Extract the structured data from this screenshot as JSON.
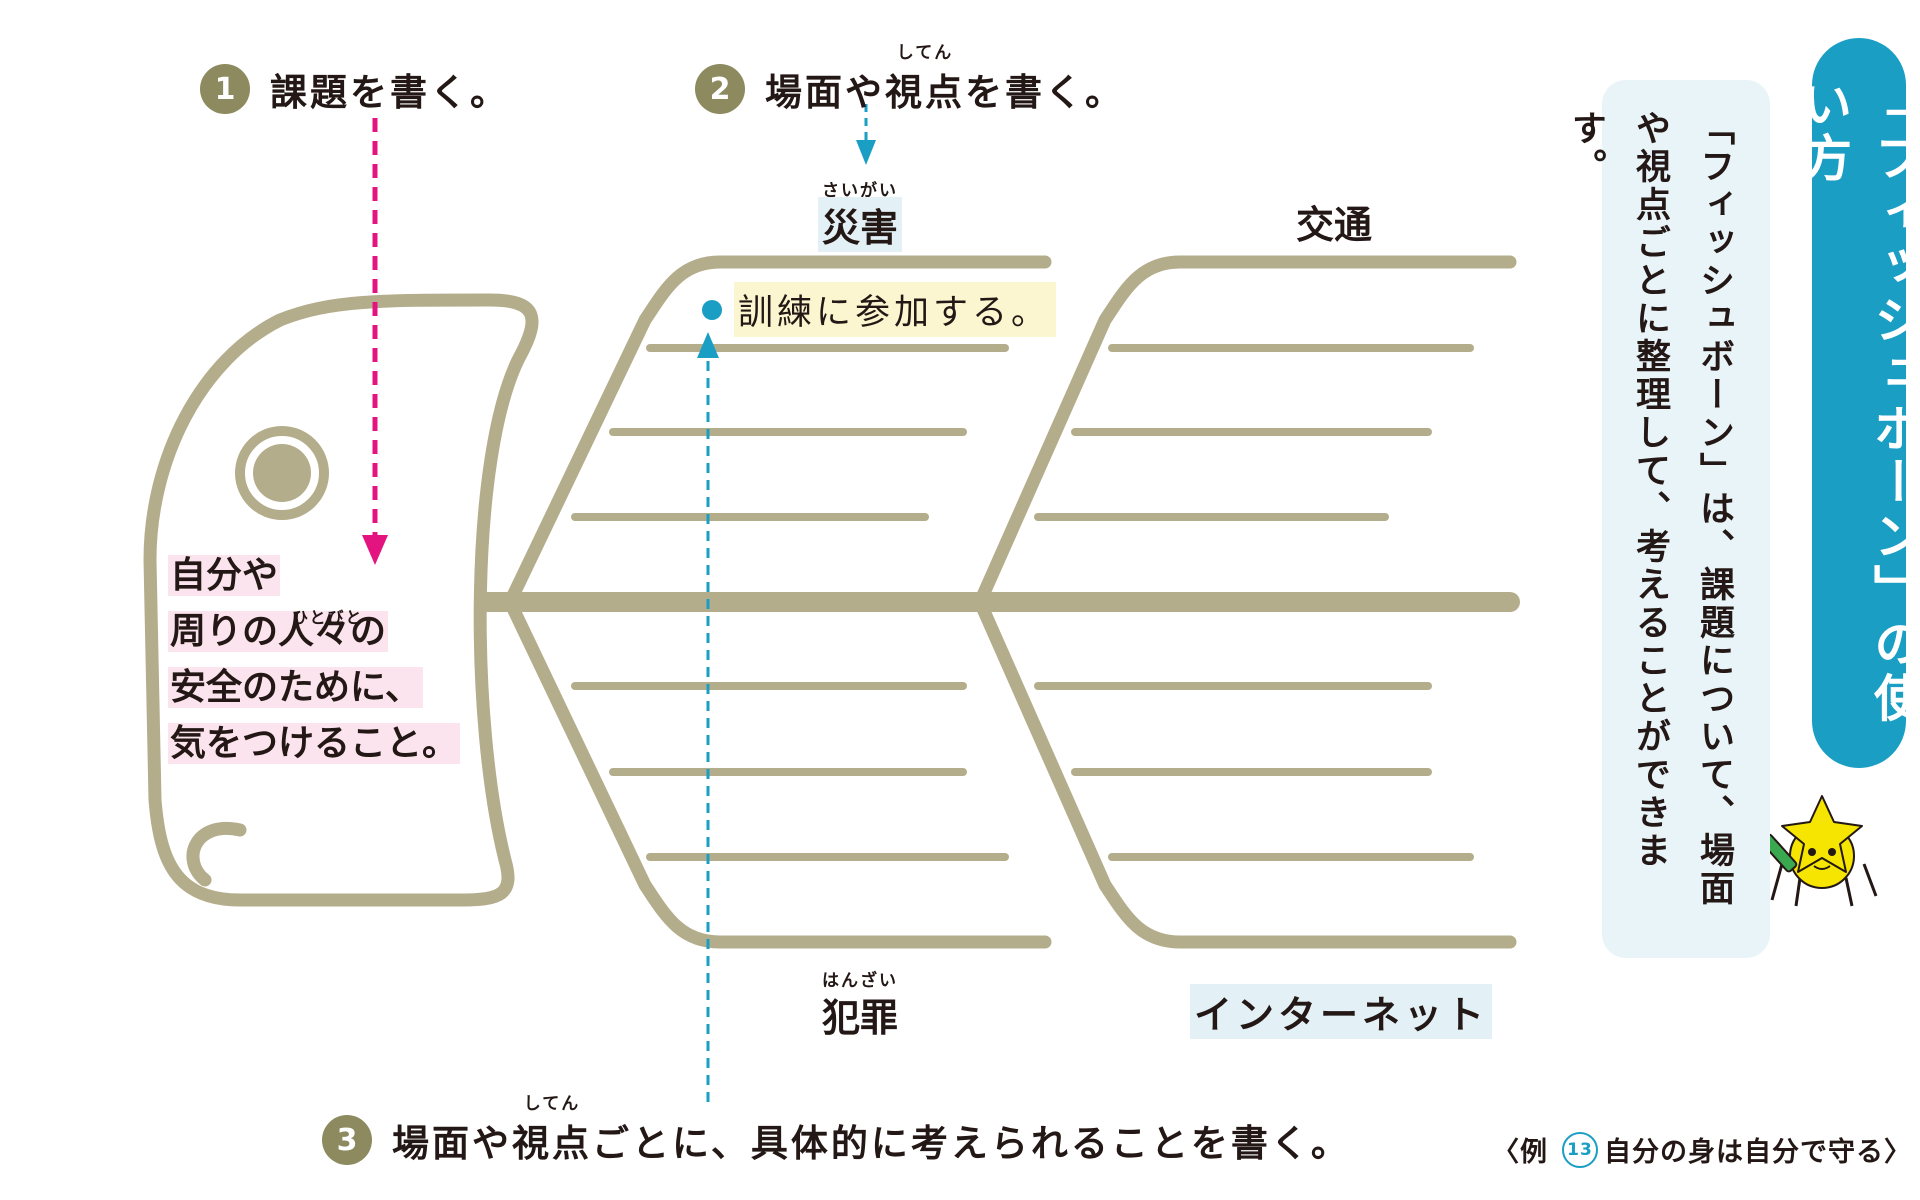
{
  "steps": {
    "step1": {
      "num": "1",
      "text": "課題を書く。"
    },
    "step2": {
      "num": "2",
      "pre": "場面や",
      "rubyword": "視点",
      "ruby": "してん",
      "post": "を書く。"
    },
    "step3": {
      "num": "3",
      "pre": "場面や",
      "rubyword": "視点",
      "ruby": "してん",
      "post": "ごとに、具体的に考えられることを書く。"
    }
  },
  "categories": {
    "disaster": {
      "label": "災害",
      "ruby": "さいがい"
    },
    "traffic": {
      "label": "交通"
    },
    "crime": {
      "label": "犯罪",
      "ruby": "はんざい"
    },
    "internet": {
      "label": "インターネット"
    }
  },
  "example_entry": "訓練に参加する。",
  "head": {
    "line1": "自分や",
    "line2": "周りの人々の",
    "line2_ruby": "ひとびと",
    "line3": "安全のために、",
    "line4": "気をつけること。"
  },
  "panel": {
    "title": "「フィッシュボーン」の使い方",
    "description": "「フィッシュボーン」は、課題について、場面や視点ごとに整理して、考えることができます。"
  },
  "footer": {
    "prefix": "〈例",
    "number": "13",
    "text": "自分の身は自分で守る〉"
  },
  "colors": {
    "bone": "#b4ad8c",
    "step_circle": "#8c8a5e",
    "arrow_pink": "#e3147f",
    "arrow_blue": "#1a9ec4",
    "title_bg": "#1a9ec4",
    "desc_bg": "#e9f4f8"
  },
  "icons": [
    "star-mascot-icon",
    "pencil-icon"
  ]
}
